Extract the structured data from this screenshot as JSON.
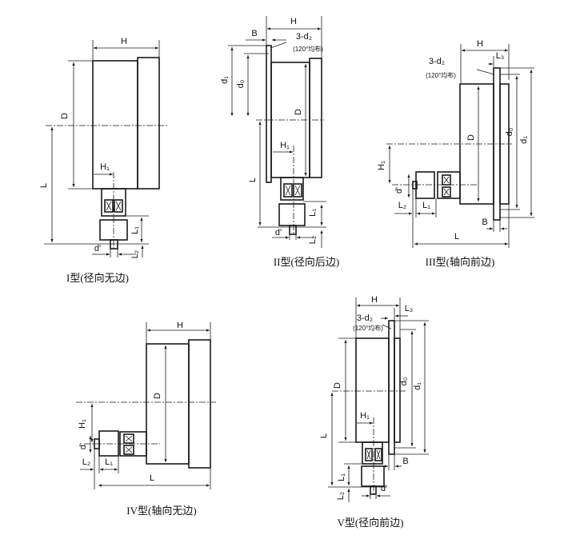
{
  "colors": {
    "line": "#1a1a1a",
    "background": "#ffffff"
  },
  "diagrams": [
    {
      "title": "I型(径向无边)",
      "labels": {
        "H": "H",
        "D": "D",
        "L": "L",
        "H1": "H₁",
        "L1": "L₁",
        "L2": "L₂",
        "dp": "d'"
      }
    },
    {
      "title": "II型(径向后边)",
      "labels": {
        "H": "H",
        "B": "B",
        "d2": "3-d₂",
        "even": "(120°均布)",
        "d1": "d₁",
        "d0": "d₀",
        "D": "D",
        "L": "L",
        "H1": "H₁",
        "L1": "L₁",
        "L2": "L₂",
        "dp": "d'"
      }
    },
    {
      "title": "III型(轴向前边)",
      "labels": {
        "H": "H",
        "L3": "L₃",
        "d2": "3-d₂",
        "even": "(120°均布)",
        "H1": "H₁",
        "D": "D",
        "d0": "d₀",
        "d1": "d₁",
        "dp": "d'",
        "L2": "L₂",
        "L1": "L₁",
        "B": "B",
        "L": "L"
      }
    },
    {
      "title": "IV型(轴向无边)",
      "labels": {
        "H": "H",
        "D": "D",
        "H1": "H₁",
        "dp": "d'",
        "L2": "L₂",
        "L1": "L₁",
        "L": "L"
      }
    },
    {
      "title": "V型(径向前边)",
      "labels": {
        "H": "H",
        "L3": "L₃",
        "d2": "3-d₂",
        "even": "(120°均布)",
        "D": "D",
        "d0": "d₀",
        "d1": "d₁",
        "L": "L",
        "H1": "H₁",
        "B": "B",
        "L1": "L₁",
        "L2": "L₂",
        "dp": "d'"
      }
    }
  ]
}
